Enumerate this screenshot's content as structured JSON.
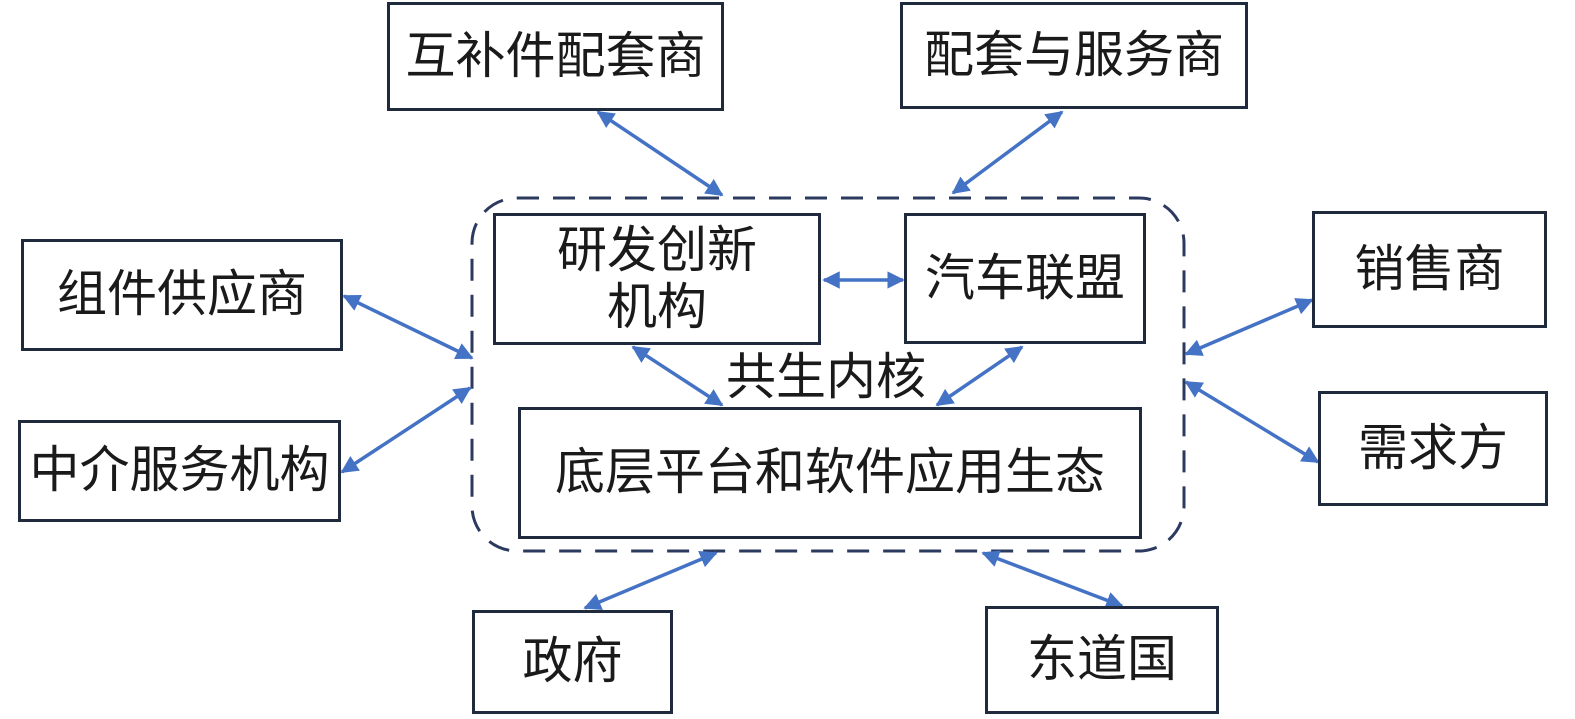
{
  "diagram": {
    "core": {
      "label": "共生内核",
      "rnd_line1": "研发创新",
      "rnd_line2": "机构",
      "alliance": "汽车联盟",
      "platform": "底层平台和软件应用生态"
    },
    "nodes": {
      "complement": "互补件配套商",
      "service": "配套与服务商",
      "component": "组件供应商",
      "intermediary": "中介服务机构",
      "dealer": "销售商",
      "demand": "需求方",
      "government": "政府",
      "host": "东道国"
    },
    "colors": {
      "arrow": "#4472C4",
      "border": "#1f2a3d",
      "dash": "#2b3a5e"
    }
  }
}
